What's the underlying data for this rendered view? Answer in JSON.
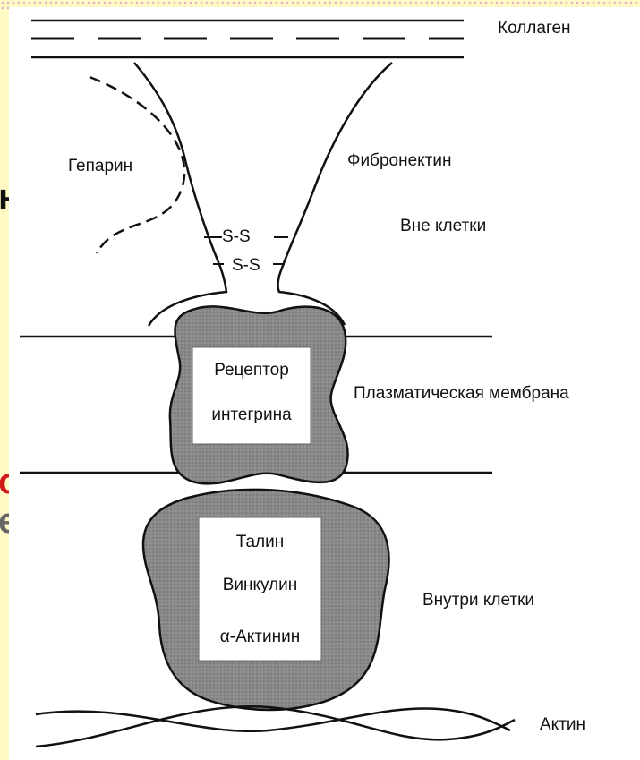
{
  "labels": {
    "collagen": "Коллаген",
    "heparin": "Гепарин",
    "fibronectin": "Фибронектин",
    "outside_cell": "Вне клетки",
    "plasma_membrane": "Плазматическая мембрана",
    "inside_cell": "Внутри клетки",
    "actin": "Актин",
    "ss_bond_1": "S-S",
    "ss_bond_2": "S-S"
  },
  "integrin_box": {
    "line1": "Рецептор",
    "line2": "интегрина"
  },
  "cytoplasmic_box": {
    "line1": "Талин",
    "line2": "Винкулин",
    "line3": "α-Актинин"
  },
  "clipped_edge_glyphs": {
    "black": "н",
    "red": "о",
    "grey": "е"
  },
  "colors": {
    "slide_background": "#fff9c4",
    "dotted_border": "#e3b0c8",
    "protein_fill": "#8a8a8a",
    "line": "#111111",
    "accent_text": "#d01818"
  }
}
